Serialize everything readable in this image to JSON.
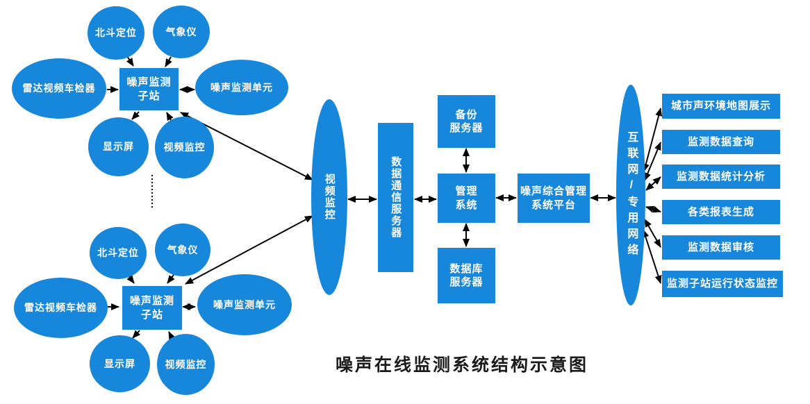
{
  "title": "噪声在线监测系统结构示意图",
  "colors": {
    "node_fill": "#1787db",
    "connector": "#000000",
    "node_text": "#ffffff",
    "title_text": "#1a1a1a"
  },
  "cluster_top": {
    "beidou": "北斗定位",
    "weather": "气象仪",
    "radar": "雷达视频车检器",
    "noise_unit": "噪声监测单元",
    "display": "显示屏",
    "video": "视频监控",
    "station": {
      "line1": "噪声监测",
      "line2": "子站"
    }
  },
  "cluster_bottom": {
    "beidou": "北斗定位",
    "weather": "气象仪",
    "radar": "雷达视频车检器",
    "noise_unit": "噪声监测单元",
    "display": "显示屏",
    "video": "视频监控",
    "station": {
      "line1": "噪声监测",
      "line2": "子站"
    }
  },
  "center": {
    "video_monitor": "视频监控",
    "data_comm_server": "数据通信服务器",
    "backup_server": {
      "line1": "备份",
      "line2": "服务器"
    },
    "management_system": {
      "line1": "管理",
      "line2": "系统"
    },
    "database_server": {
      "line1": "数据库",
      "line2": "服务器"
    },
    "platform": {
      "line1": "噪声综合管理",
      "line2": "系统平台"
    }
  },
  "network": {
    "label": "互联网/专用网络",
    "functions": [
      "城市声环境地图展示",
      "监测数据查询",
      "监测数据统计分析",
      "各类报表生成",
      "监测数据审核",
      "监测子站运行状态监控"
    ]
  }
}
